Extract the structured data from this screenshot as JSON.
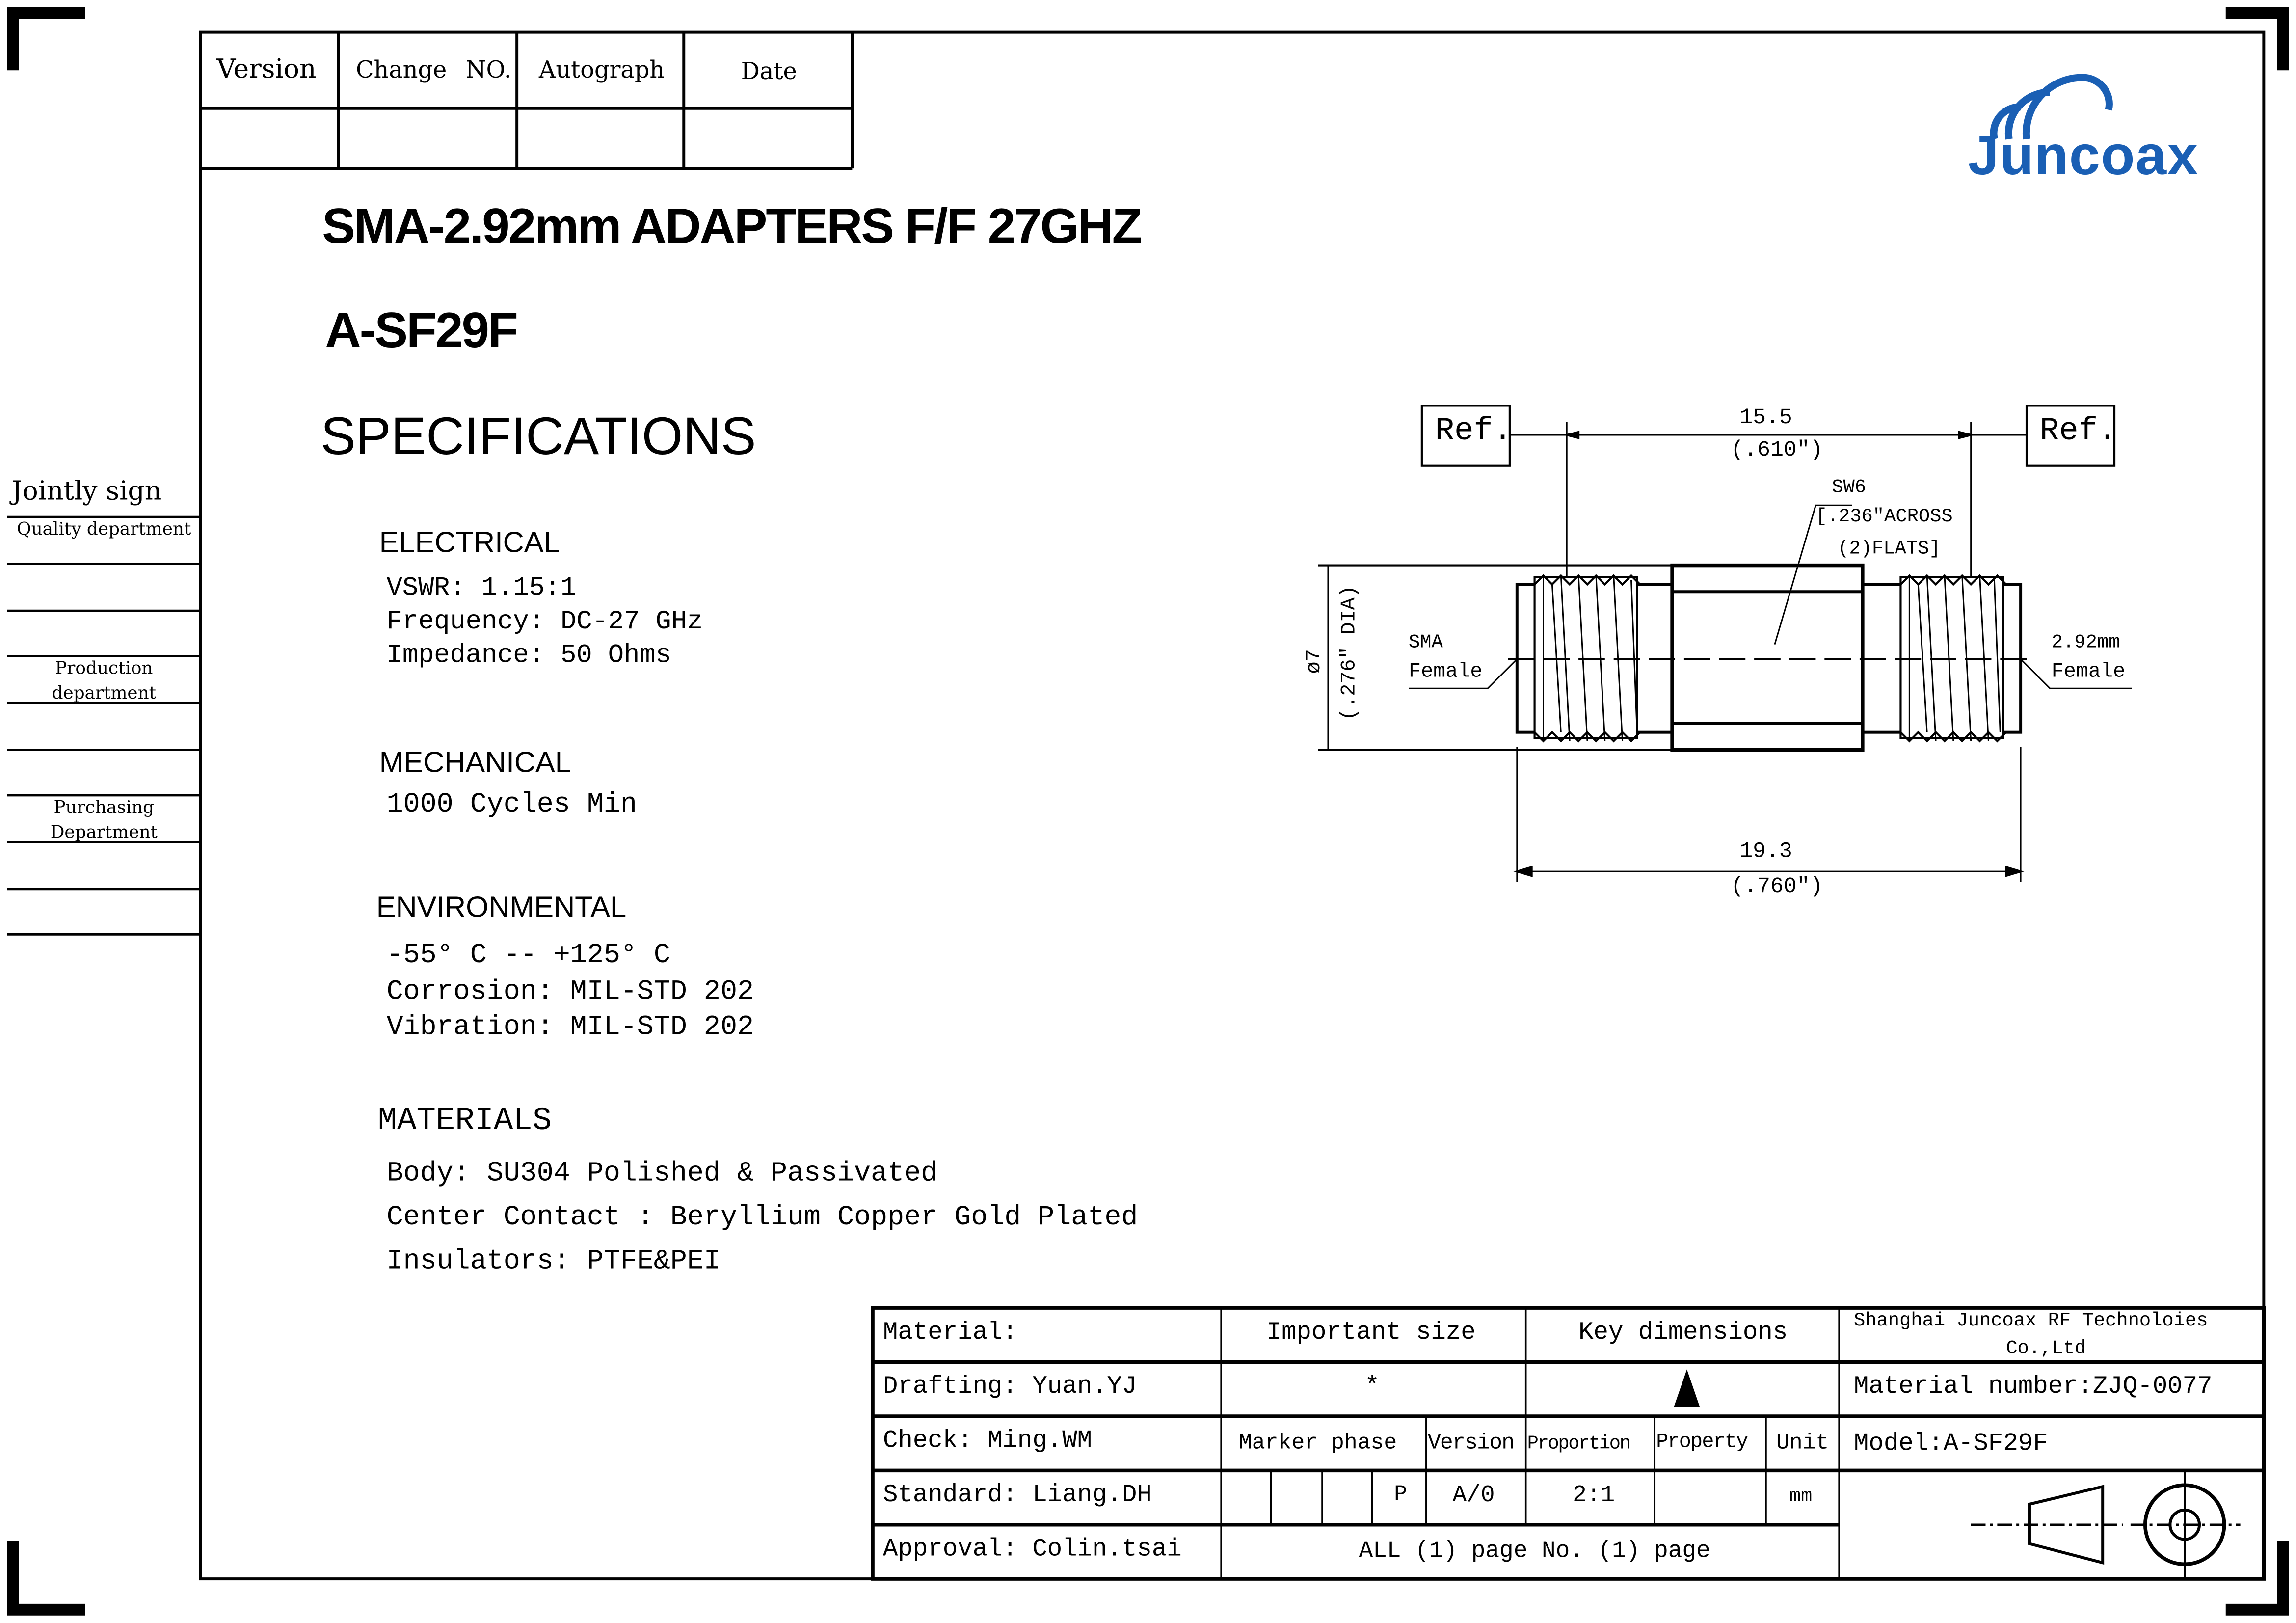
{
  "revision_table": {
    "headers": [
      "Version",
      "Change",
      "NO.",
      "Autograph",
      "Date"
    ]
  },
  "logo": {
    "text": "Juncoax",
    "color": "#1a5fb4"
  },
  "title": "SMA-2.92mm ADAPTERS  F/F 27GHZ",
  "part_number": "A-SF29F",
  "specifications_heading": "SPECIFICATIONS",
  "sign_column": {
    "heading": "Jointly sign",
    "departments": [
      "Quality department",
      "Production department",
      "Purchasing Department"
    ]
  },
  "electrical": {
    "heading": "ELECTRICAL",
    "lines": [
      "VSWR:  1.15:1",
      "Frequency: DC-27 GHz",
      "Impedance: 50 Ohms"
    ]
  },
  "mechanical": {
    "heading": "MECHANICAL",
    "lines": [
      "1000 Cycles Min"
    ]
  },
  "environmental": {
    "heading": "ENVIRONMENTAL",
    "lines": [
      "-55° C -- +125° C",
      "Corrosion: MIL-STD 202",
      "Vibration: MIL-STD 202"
    ]
  },
  "materials": {
    "heading": "MATERIALS",
    "lines": [
      "Body: SU304 Polished & Passivated",
      "Center Contact : Beryllium Copper Gold Plated",
      "Insulators: PTFE&PEI"
    ]
  },
  "drawing": {
    "ref_left": "Ref.",
    "ref_right": "Ref.",
    "dim_top": "15.5",
    "dim_top_inch": "(.610\")",
    "sw_label": "SW6",
    "sw_line2": "[.236\"ACROSS",
    "sw_line3": "(2)FLATS]",
    "dia": "ø7",
    "dia_inch": "(.276\" DIA)",
    "left_label_1": "SMA",
    "left_label_2": "Female",
    "right_label_1": "2.92mm",
    "right_label_2": "Female",
    "dim_bottom": "19.3",
    "dim_bottom_inch": "(.760\")"
  },
  "title_block": {
    "material": "Material:",
    "important_size": "Important size",
    "key_dimensions": "Key dimensions",
    "company": "Shanghai Juncoax RF Technoloies",
    "company_2": "Co.,Ltd",
    "drafting": "Drafting: Yuan.YJ",
    "important_symbol": "*",
    "material_number": "Material number:ZJQ-0077",
    "check": "Check:    Ming.WM",
    "marker_phase": "Marker phase",
    "version": "Version",
    "proportion": "Proportion",
    "property": "Property",
    "unit": "Unit",
    "model": "Model:A-SF29F",
    "standard": "Standard: Liang.DH",
    "phase_value": "P",
    "version_value": "A/0",
    "proportion_value": "2:1",
    "unit_value": "mm",
    "approval": "Approval: Colin.tsai",
    "pages": "ALL (1) page  No. (1) page"
  }
}
